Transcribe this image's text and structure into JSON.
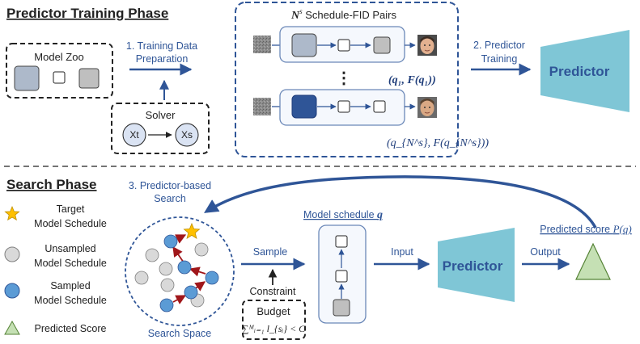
{
  "training_phase": {
    "title": "Predictor Training Phase",
    "model_zoo": {
      "label": "Model Zoo"
    },
    "step1": {
      "line1": "1. Training Data",
      "line2": "Preparation"
    },
    "solver": {
      "label": "Solver",
      "from_node": "Xt",
      "to_node": "Xs"
    },
    "pairs_box": {
      "title_sym": "N",
      "title_sup": "s",
      "title_rest": " Schedule-FID Pairs",
      "ellipsis": "⋮",
      "label_first": "(q₁, F(q₁))",
      "label_last": "(q_{N^s}, F(q_{N^s}))"
    },
    "step2": {
      "line1": "2. Predictor",
      "line2": "Training"
    },
    "predictor_label": "Predictor"
  },
  "search_phase": {
    "title": "Search Phase",
    "legend": {
      "target_line1": "Target",
      "target_line2": "Model Schedule",
      "unsampled_line1": "Unsampled",
      "unsampled_line2": "Model Schedule",
      "sampled_line1": "Sampled",
      "sampled_line2": "Model Schedule",
      "predicted": "Predicted Score"
    },
    "step3": {
      "line1": "3. Predictor-based",
      "line2": "Search"
    },
    "search_space_label": "Search Space",
    "sample_label": "Sample",
    "constraint_label": "Constraint",
    "budget": {
      "label": "Budget",
      "formula": "∑ᴹᵢ₌₁ l_{sᵢ} < C"
    },
    "schedule_label_text": "Model schedule ",
    "schedule_label_sym": "q",
    "input_label": "Input",
    "predictor_label": "Predictor",
    "output_label": "Output",
    "predicted_score_text": "Predicted score ",
    "predicted_score_sym": "P(q)"
  },
  "colors": {
    "title_blue": "#2f5597",
    "dark_blue": "#1f3d7a",
    "predictor_fill": "#7fc6d6",
    "target_star": "#ffc000",
    "sampled_fill": "#5b9bd5",
    "unsampled_fill": "#d9d9d9",
    "score_fill": "#c5e0b4",
    "red_arrow": "#a0161a"
  }
}
